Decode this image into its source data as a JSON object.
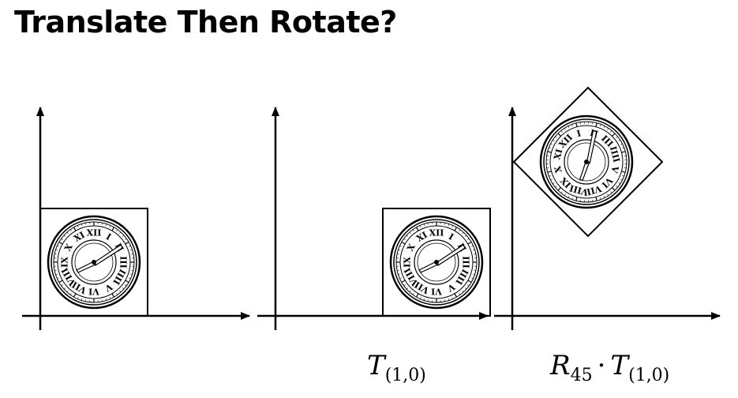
{
  "title": "Translate Then Rotate?",
  "panels": [
    {
      "id": "original",
      "label_main": "",
      "label_sub": "",
      "label_op": "",
      "label_main2": "",
      "label_sub2": ""
    },
    {
      "id": "translated",
      "label_main": "T",
      "label_sub": "(1,0)",
      "label_op": "",
      "label_main2": "",
      "label_sub2": ""
    },
    {
      "id": "translated-rotated",
      "label_main": "R",
      "label_sub": "45",
      "label_op": "·",
      "label_main2": "T",
      "label_sub2": "(1,0)"
    }
  ],
  "clock": {
    "numerals": [
      "XII",
      "I",
      "II",
      "III",
      "IIII",
      "V",
      "VI",
      "VII",
      "VIII",
      "IX",
      "X",
      "XI"
    ]
  },
  "colors": {
    "stroke": "#000000",
    "background": "#ffffff"
  }
}
